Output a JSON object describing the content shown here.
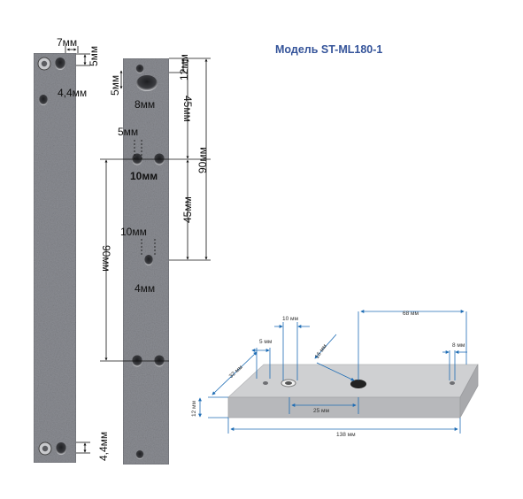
{
  "title": "Модель ST-ML180-1",
  "strip_labels": {
    "d7": "7мм",
    "d5_top": "5мм",
    "d44_top": "4,4мм",
    "d44_bottom": "4,4мм",
    "d5_left": "5мм",
    "d12": "12мм",
    "d8": "8мм",
    "d45_top": "45мм",
    "d5_mid": "5мм",
    "d90_right": "90мм",
    "d10_bold": "10мм",
    "d45_bottom": "45мм",
    "d10": "10мм",
    "d90_left": "90мм",
    "d4": "4мм"
  },
  "bar_labels": {
    "d10": "10 мм",
    "d68": "68 мм",
    "d5": "5 мм",
    "d8": "8 мм",
    "d16": "16 мм",
    "d32": "32 мм",
    "d12": "12 мм",
    "d25": "25 мм",
    "d138": "138 мм"
  },
  "colors": {
    "title": "#35549a",
    "dimension_blue": "#1f6db5",
    "dimension_black": "#111111",
    "metal": "#8e9096",
    "bar_top": "#cfd0d2",
    "bar_front": "#b3b4b7"
  }
}
